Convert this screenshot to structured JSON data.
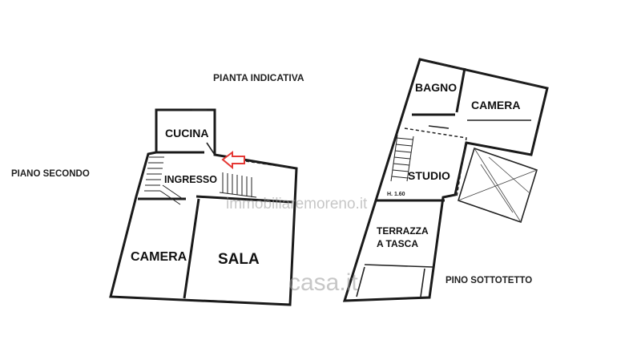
{
  "title": "PIANTA INDICATIVA",
  "floors": {
    "second": {
      "name": "PIANO SECONDO",
      "rooms": {
        "cucina": "CUCINA",
        "ingresso": "INGRESSO",
        "camera": "CAMERA",
        "sala": "SALA"
      }
    },
    "attic": {
      "name": "PINO SOTTOTETTO",
      "rooms": {
        "bagno": "BAGNO",
        "camera": "CAMERA",
        "studio": "STUDIO",
        "terrazza_line1": "TERRAZZA",
        "terrazza_line2": "A TASCA"
      },
      "height_note": "H. 1.60"
    }
  },
  "watermarks": {
    "site": "immobiliaremoreno.it",
    "portal": "casa.it"
  },
  "colors": {
    "entrance_arrow": "#e53935",
    "walls": "#1a1a1a"
  },
  "icons": {
    "entrance": "entrance-arrow-icon"
  }
}
